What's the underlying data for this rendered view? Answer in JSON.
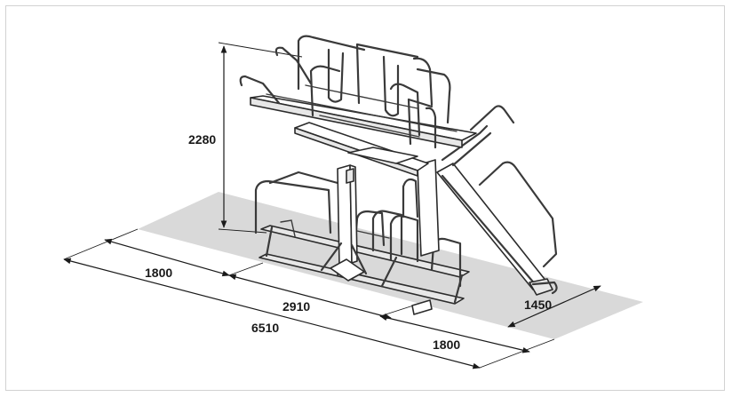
{
  "dimensions": {
    "height": "2280",
    "left_clearance": "1800",
    "rack_length": "2910",
    "total_length": "6510",
    "right_clearance": "1800",
    "depth": "1450"
  },
  "colors": {
    "floor": "#d9d9d9",
    "lines": "#1a1a1a",
    "border": "#d2d2d2"
  }
}
